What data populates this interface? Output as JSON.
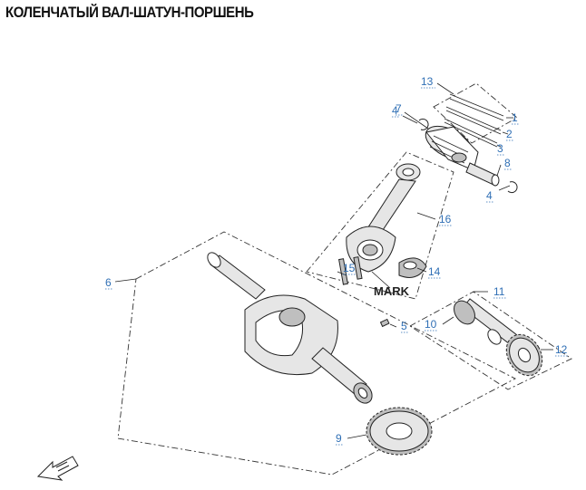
{
  "title": "КОЛЕНЧАТЫЙ ВАЛ-ШАТУН-ПОРШЕНЬ",
  "mark_label": "MARK",
  "callouts": {
    "c1": "1",
    "c2": "2",
    "c3": "3",
    "c4a": "4",
    "c4b": "4",
    "c5": "5",
    "c6": "6",
    "c7": "7",
    "c8": "8",
    "c9": "9",
    "c10": "10",
    "c11": "11",
    "c12": "12",
    "c13": "13",
    "c14": "14",
    "c15": "15",
    "c16": "16"
  },
  "colors": {
    "callout": "#2f6fb5",
    "line": "#222222"
  },
  "icons": {
    "direction_arrow": "front-arrow-icon"
  }
}
